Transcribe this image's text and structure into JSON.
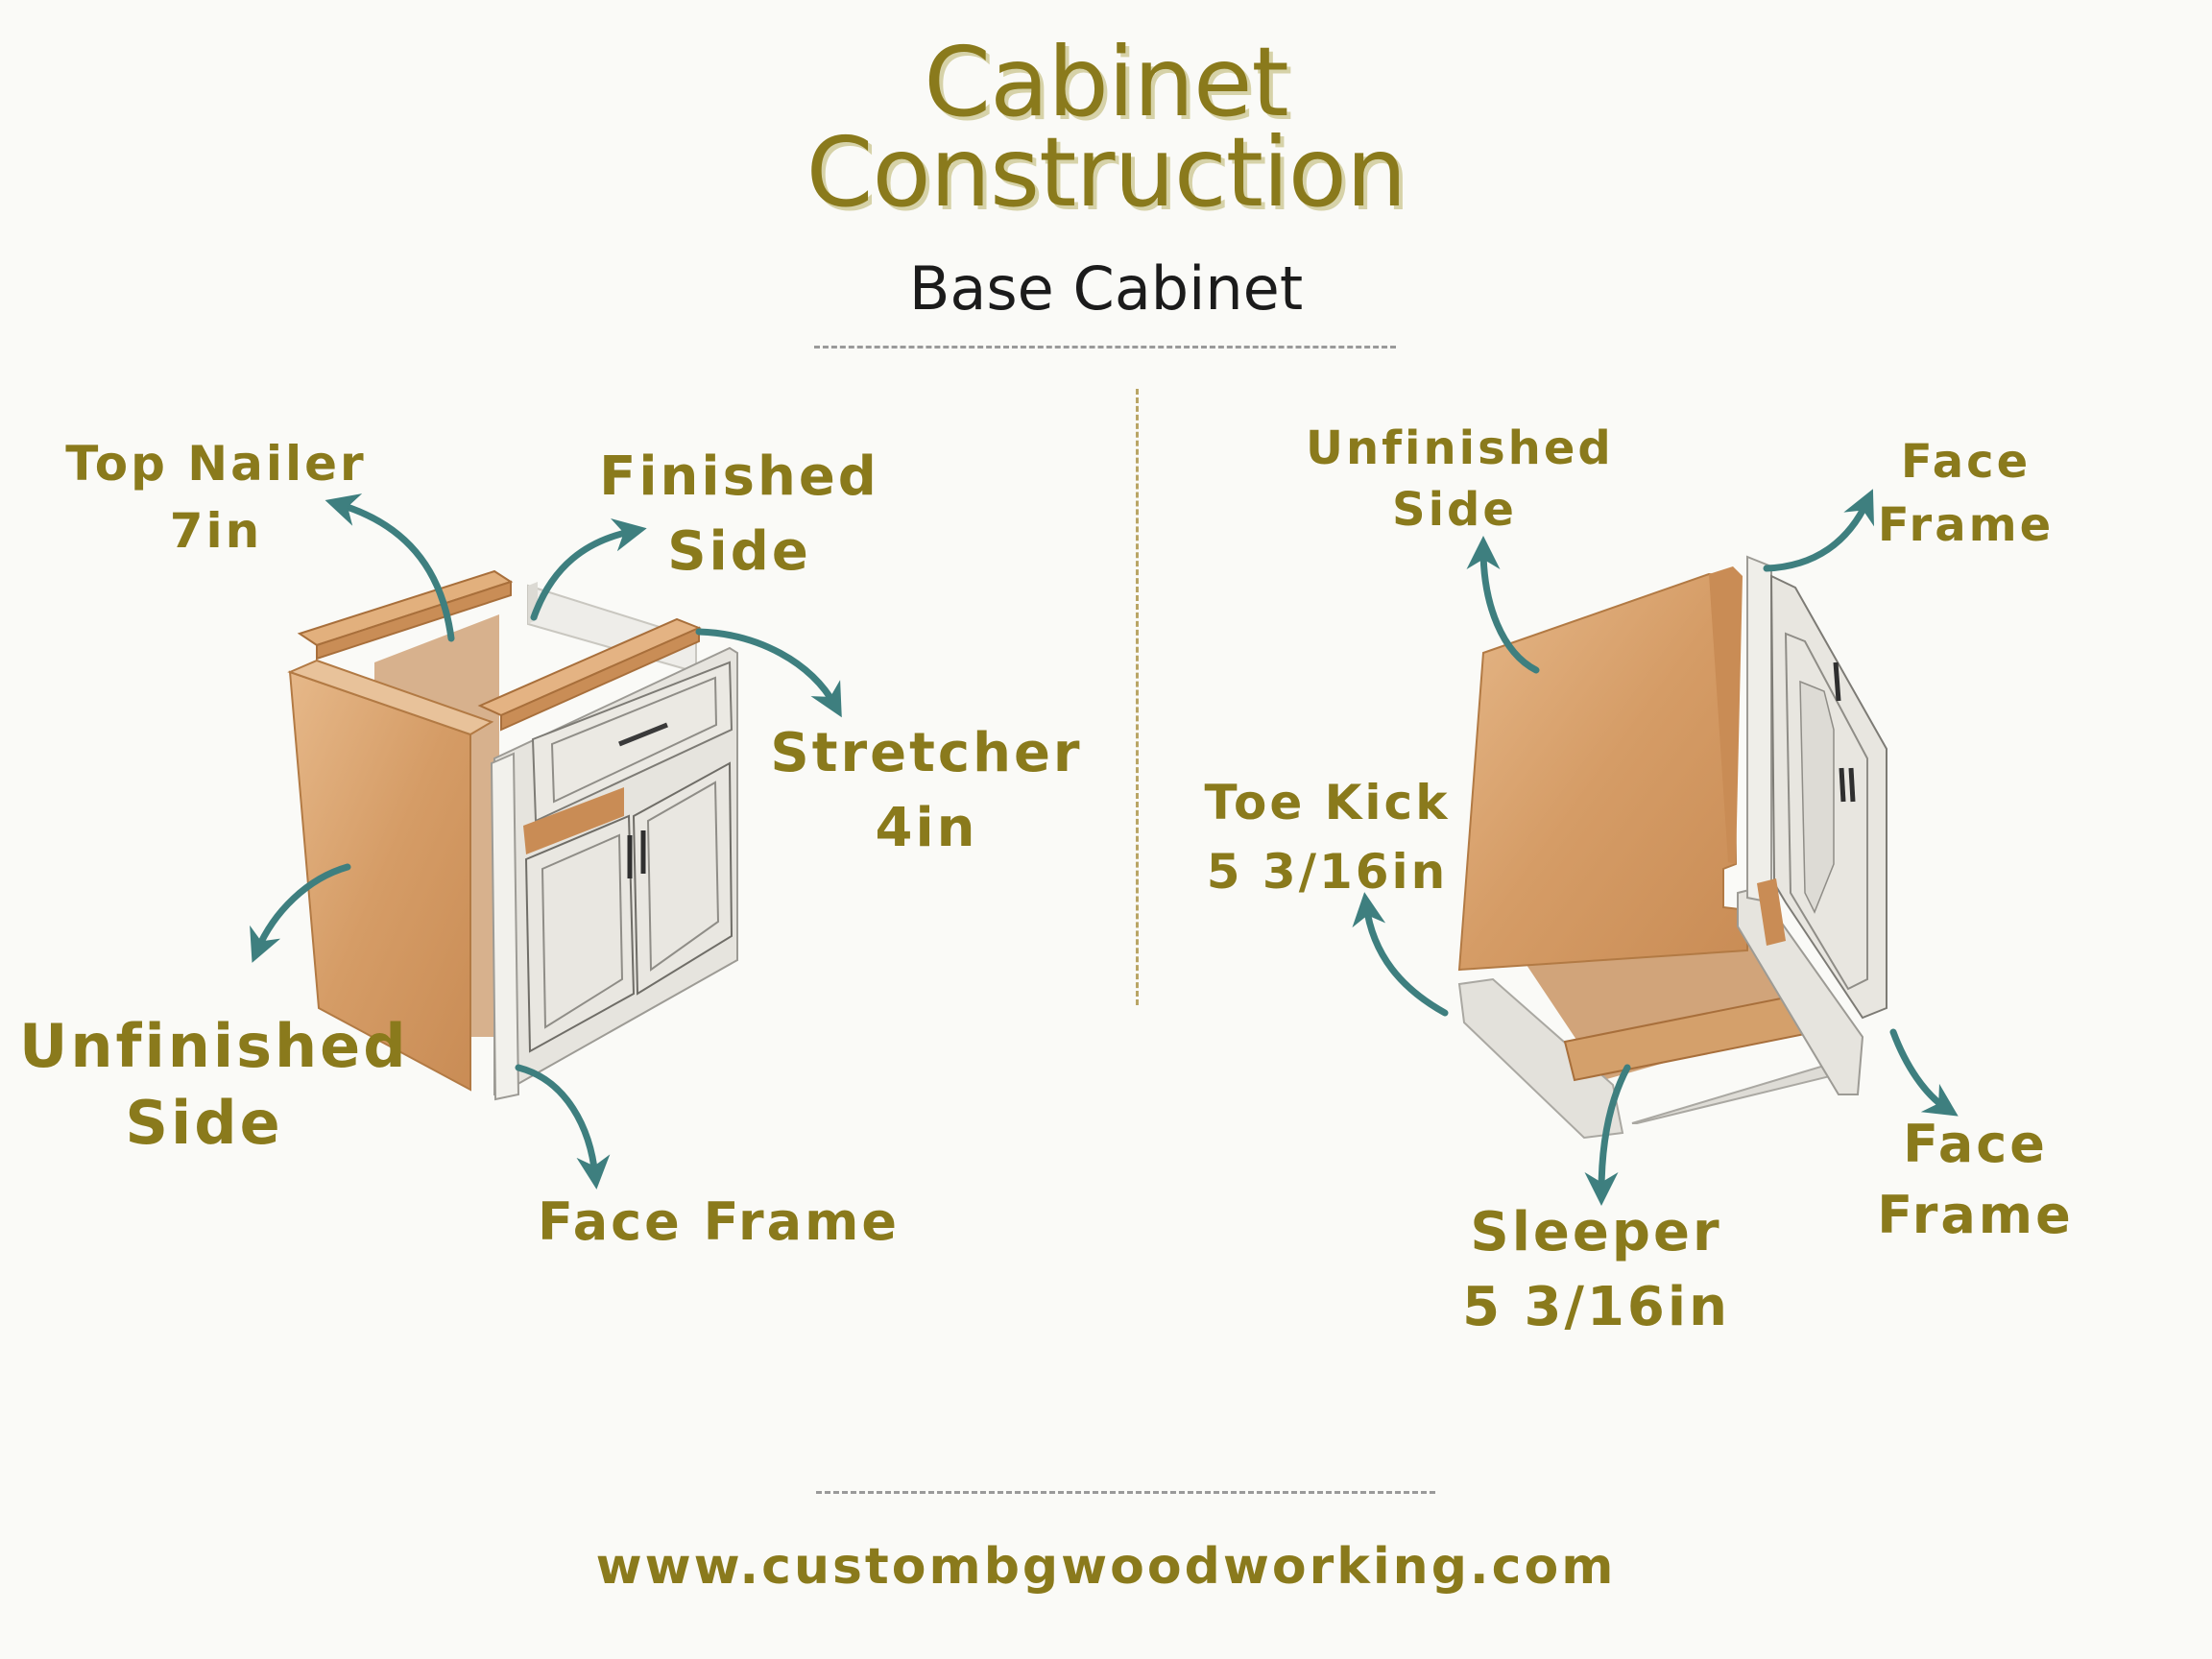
{
  "header": {
    "title_line1": "Cabinet",
    "title_line2": "Construction",
    "subtitle": "Base Cabinet"
  },
  "left_labels": {
    "top_nailer": [
      "Top Nailer",
      "7in"
    ],
    "finished_side": [
      "Finished",
      "Side"
    ],
    "stretcher": [
      "Stretcher",
      "4in"
    ],
    "unfinished_side": [
      "Unfinished",
      "Side"
    ],
    "face_frame": [
      "Face Frame"
    ]
  },
  "right_labels": {
    "unfinished_side": [
      "Unfinished",
      "Side"
    ],
    "face_frame_top": [
      "Face",
      "Frame"
    ],
    "toe_kick": [
      "Toe Kick",
      "5 3/16in"
    ],
    "face_frame_bottom": [
      "Face",
      "Frame"
    ],
    "sleeper": [
      "Sleeper",
      "5 3/16in"
    ]
  },
  "footer": {
    "website": "www.custombgwoodworking.com"
  },
  "colors": {
    "accent_text": "#8a7a1c",
    "arrow": "#3e7f7f",
    "wood": "#d9a470",
    "frame": "#e4e2dc"
  }
}
